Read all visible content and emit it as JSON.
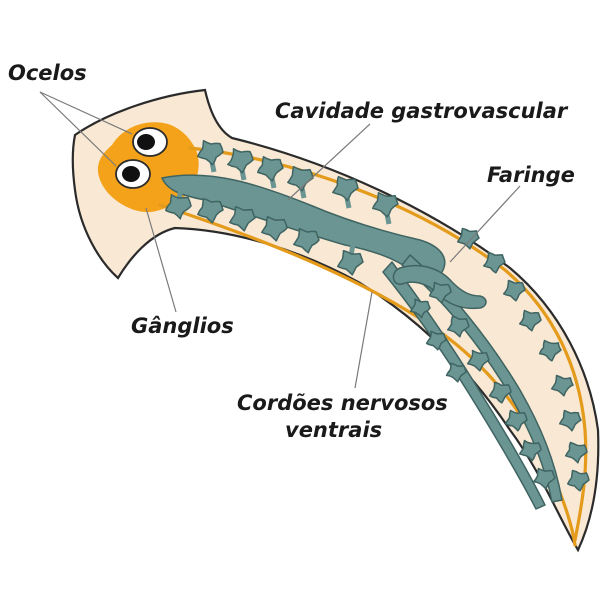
{
  "diagram": {
    "labels": {
      "ocelos": "Ocelos",
      "cavidade": "Cavidade gastrovascular",
      "faringe": "Faringe",
      "ganglios": "Gânglios",
      "cordoes_line1": "Cordões nervosos",
      "cordoes_line2": "ventrais"
    },
    "colors": {
      "body_fill": "#f8e8d4",
      "outline": "#2b2b2b",
      "ganglia": "#f4a21a",
      "nerve": "#e49b1c",
      "gut": "#6a9593",
      "gut_outline": "#3f6462",
      "eye_white": "#ffffff",
      "pupil": "#111111",
      "leader": "#7a7a7a"
    }
  }
}
